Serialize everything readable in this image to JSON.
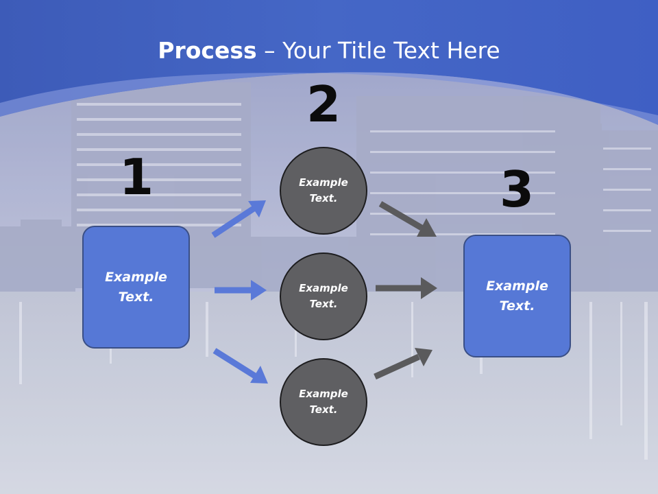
{
  "slide": {
    "title_bold": "Process",
    "title_rest": " – Your Title Text Here",
    "steps": [
      {
        "number": "1",
        "text": "Example\nText."
      },
      {
        "number": "2"
      },
      {
        "number": "3",
        "text": "Example\nText."
      }
    ],
    "circles": [
      {
        "text": "Example\nText."
      },
      {
        "text": "Example\nText."
      },
      {
        "text": "Example\nText."
      }
    ]
  },
  "colors": {
    "header_blue": "#4464c8",
    "box_fill": "#5678d6",
    "circle_fill": "#5f5f62",
    "blue_arrow": "#5a79d8",
    "gray_arrow": "#5a5a5c"
  }
}
